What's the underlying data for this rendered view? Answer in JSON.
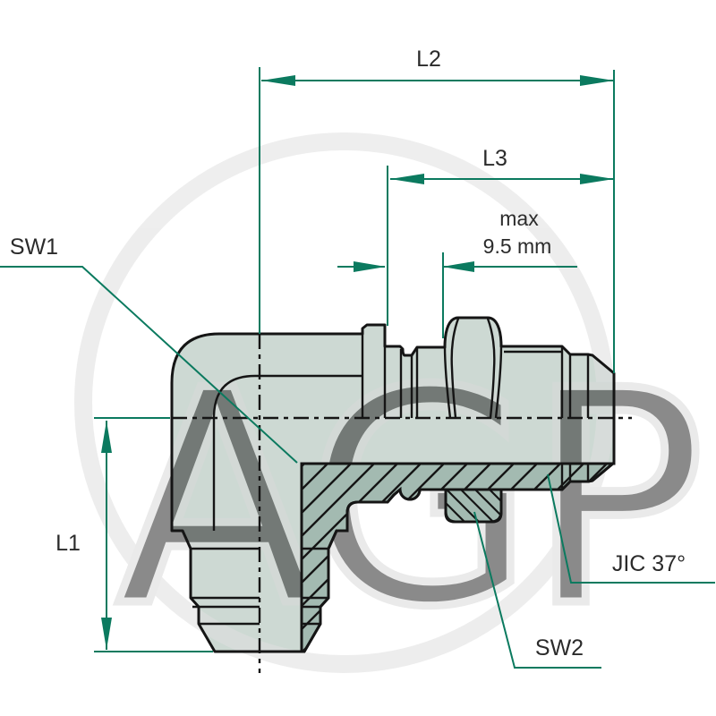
{
  "diagram": {
    "type": "technical-drawing",
    "subject": "90-degree bulkhead elbow fitting, male JIC 37 both ends, half-section view",
    "watermark": "AGP",
    "labels": {
      "l2": "L2",
      "l3": "L3",
      "max_line1": "max",
      "max_line2": "9.5 mm",
      "sw1": "SW1",
      "l1": "L1",
      "jic": "JIC 37°",
      "sw2": "SW2"
    },
    "colors": {
      "dimension": "#0b7a5f",
      "body": "#cdd9d3",
      "section": "#a3bab1",
      "outline": "#151515",
      "text": "#2b2b2b",
      "watermark": "#d9d9d9"
    }
  }
}
